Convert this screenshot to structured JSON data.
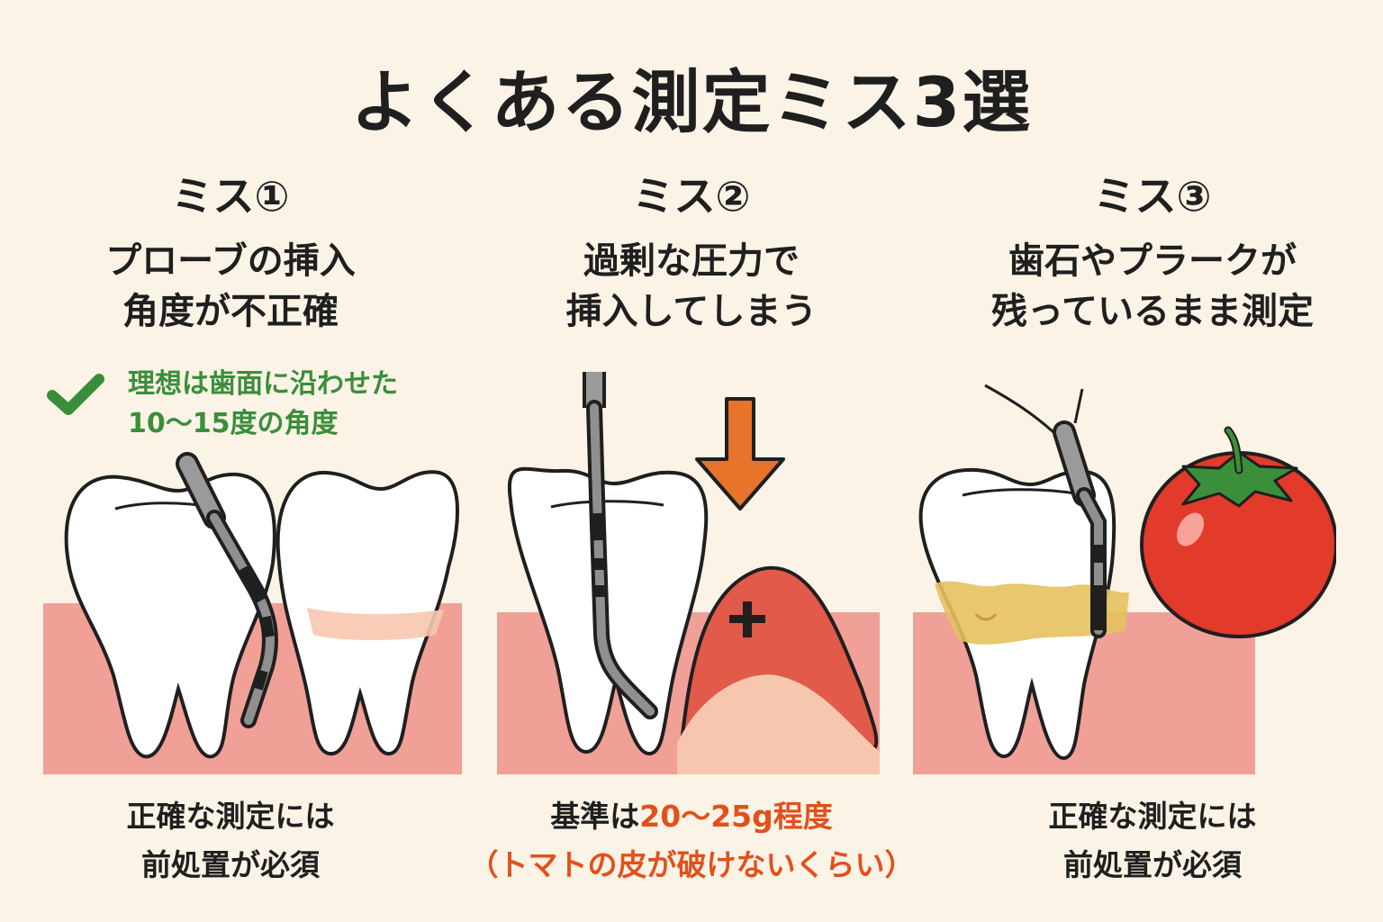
{
  "title": "よくある測定ミス3選",
  "columns": [
    {
      "mistake_label": "ミス①",
      "heading": [
        "プローブの挿入",
        "角度が不正確"
      ],
      "ideal_note": [
        "理想は歯面に沿わせた",
        "10〜15度の角度"
      ],
      "caption": [
        "正確な測定には",
        "前処置が必須"
      ]
    },
    {
      "mistake_label": "ミス②",
      "heading": [
        "過剰な圧力で",
        "挿入してしまう"
      ],
      "caption_prefix": "基準は",
      "caption_highlight": "20〜25g程度",
      "caption_note": "（トマトの皮が破けないくらい）"
    },
    {
      "mistake_label": "ミス③",
      "heading": [
        "歯石やプラークが",
        "残っているまま測定"
      ],
      "caption": [
        "正確な測定には",
        "前処置が必須"
      ]
    }
  ],
  "icons": {
    "check": "check-icon",
    "arrow": "down-arrow-icon",
    "plus": "plus-icon",
    "tomato": "tomato-icon"
  },
  "colors": {
    "background": "#FBF3E6",
    "gum": "#F0A097",
    "highlight": "#E2501B",
    "ideal_green": "#3A8E3B",
    "arrow": "#E8732A",
    "swollen_gum": "#E25A4A",
    "tartar": "#E6C15E",
    "tomato": "#E23A2B"
  }
}
